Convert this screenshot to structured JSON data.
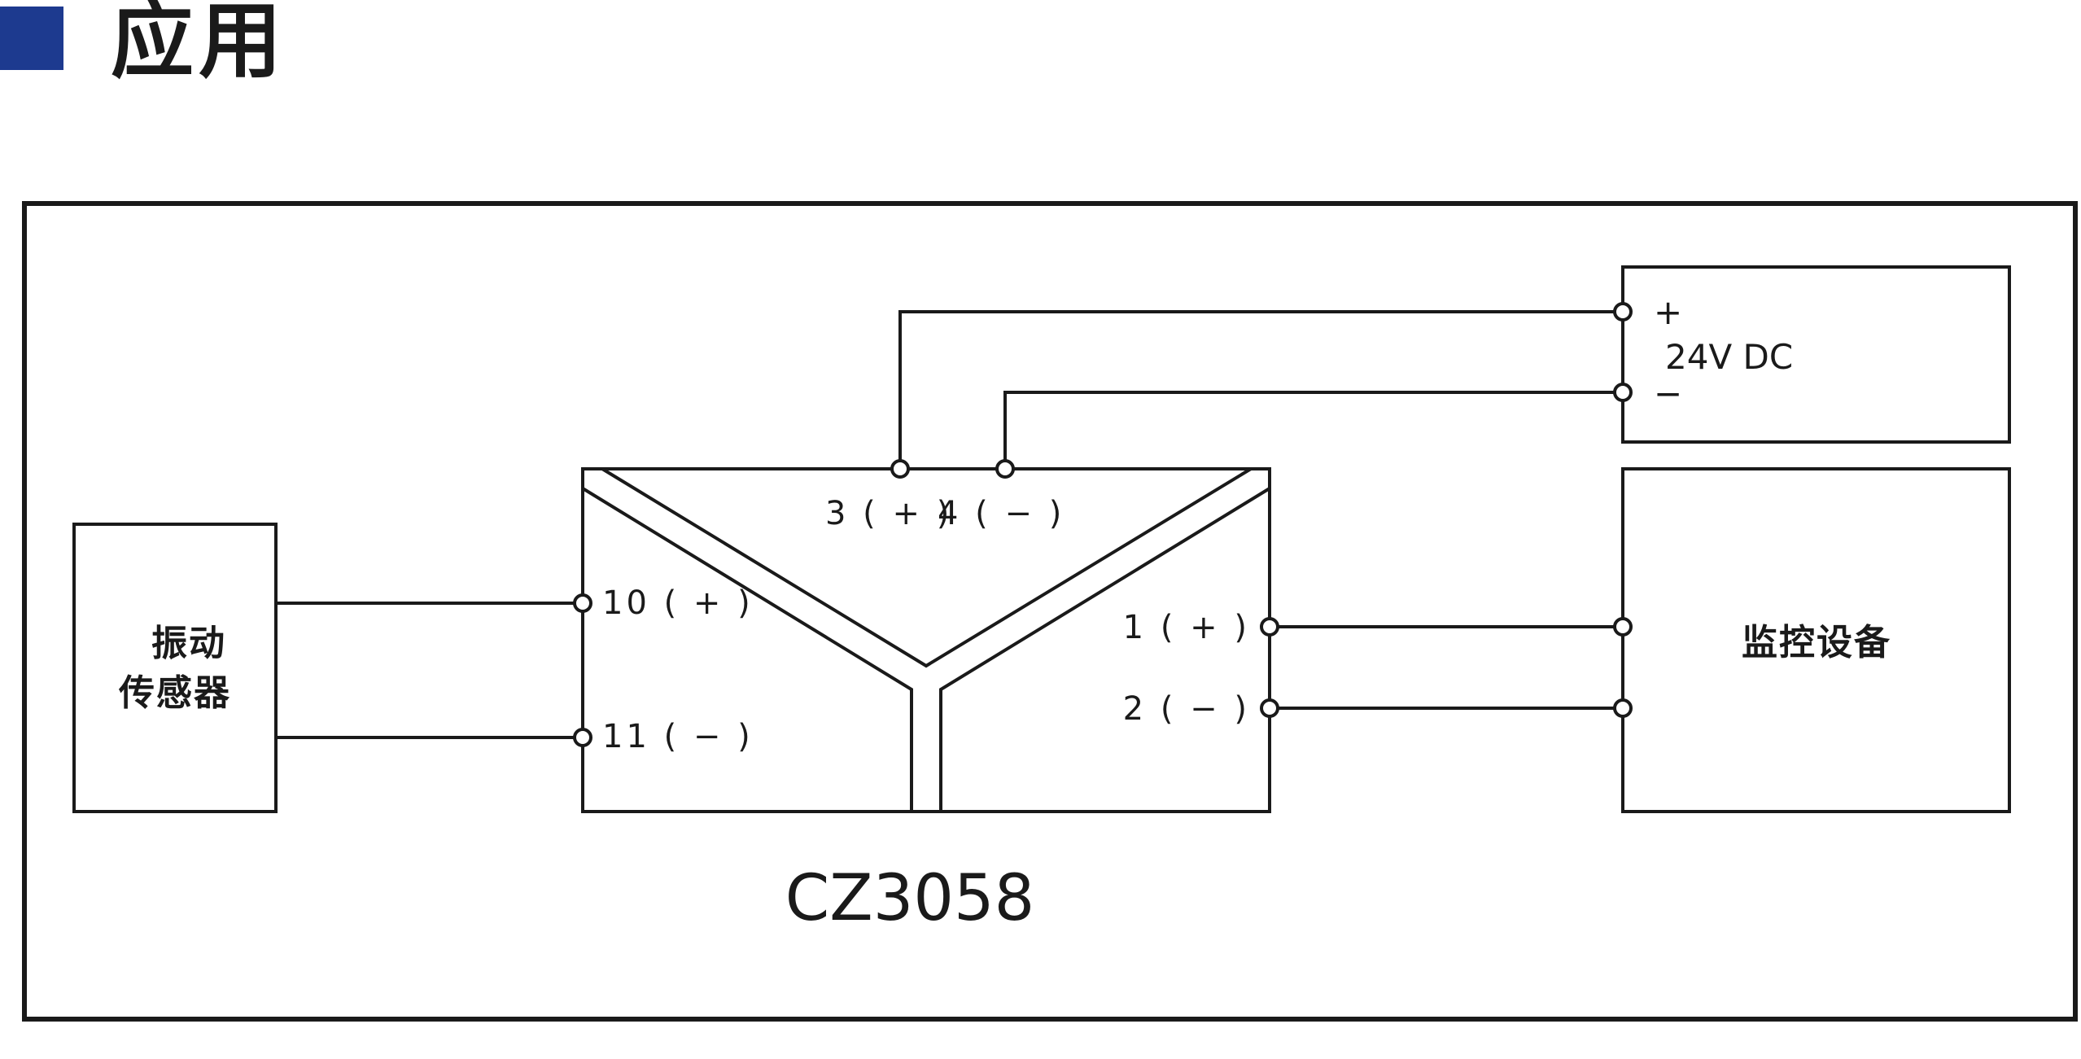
{
  "title": "应用",
  "colors": {
    "accent_square": "#1d3a8f",
    "line": "#1a1a1a"
  },
  "sensor": {
    "label_line1": "振动",
    "label_line2": "传感器"
  },
  "module": {
    "model": "CZ3058",
    "terminals": {
      "t3": "3 ( + )",
      "t4": "4 ( − )",
      "t10": "10 ( + )",
      "t11": "11 ( − )",
      "t1": "1 ( + )",
      "t2": "2 ( − )"
    }
  },
  "power_supply": {
    "plus": "+",
    "label": "24V  DC",
    "minus": "−"
  },
  "monitor": {
    "label": "监控设备"
  }
}
